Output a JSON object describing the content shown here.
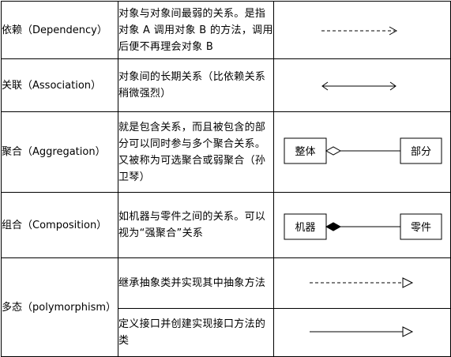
{
  "rows": [
    {
      "name": "依赖（Dependency）",
      "desc": "对象与对象间最弱的关系。是指对象 A 调用对象 B 的方法，调用后便不再理会对象 B",
      "arrow": "dashed-open-arrow"
    },
    {
      "name": "关联（Association）",
      "desc": "对象间的长期关系（比依赖关系稍微强烈）",
      "arrow": "double-headed-arrow"
    },
    {
      "name": "聚合（Aggregation）",
      "desc": "就是包含关系，而且被包含的部分可以同时参与多个聚合关系。又被称为可选聚合或弱聚合（孙卫琴）",
      "arrow": "hollow-diamond",
      "left_box": "整体",
      "right_box": "部分"
    },
    {
      "name": "组合（Composition）",
      "desc": "如机器与零件之间的关系。可以视为“强聚合”关系",
      "arrow": "filled-diamond",
      "left_box": "机器",
      "right_box": "零件"
    },
    {
      "name": "多态（polymorphism）",
      "subrows": [
        {
          "desc": "继承抽象类并实现其中抽象方法",
          "arrow": "dashed-hollow-triangle"
        },
        {
          "desc": "定义接口并创建实现接口方法的类",
          "arrow": "solid-hollow-triangle"
        }
      ]
    }
  ]
}
